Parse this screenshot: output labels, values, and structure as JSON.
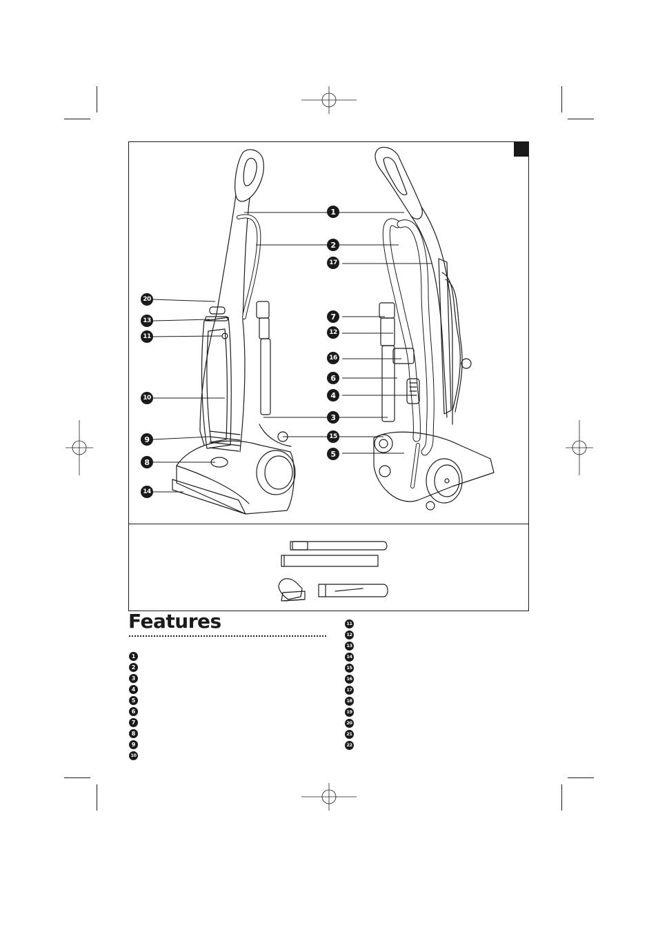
{
  "page": {
    "section_title": "Features",
    "colors": {
      "ink": "#1a1a1a",
      "paper": "#ffffff"
    }
  },
  "callouts": {
    "left_view": [
      "20",
      "13",
      "11",
      "10",
      "9",
      "8",
      "14"
    ],
    "right_view": [
      "1",
      "2",
      "17",
      "7",
      "12",
      "16",
      "6",
      "4",
      "3",
      "15",
      "5"
    ]
  },
  "features": {
    "left_column": [
      {
        "number": "1",
        "label": ""
      },
      {
        "number": "2",
        "label": ""
      },
      {
        "number": "3",
        "label": ""
      },
      {
        "number": "4",
        "label": ""
      },
      {
        "number": "5",
        "label": ""
      },
      {
        "number": "6",
        "label": ""
      },
      {
        "number": "7",
        "label": ""
      },
      {
        "number": "8",
        "label": ""
      },
      {
        "number": "9",
        "label": ""
      },
      {
        "number": "10",
        "label": ""
      }
    ],
    "right_column": [
      {
        "number": "11",
        "label": ""
      },
      {
        "number": "12",
        "label": ""
      },
      {
        "number": "13",
        "label": ""
      },
      {
        "number": "14",
        "label": ""
      },
      {
        "number": "15",
        "label": ""
      },
      {
        "number": "16",
        "label": ""
      },
      {
        "number": "17",
        "label": ""
      },
      {
        "number": "18",
        "label": ""
      },
      {
        "number": "19",
        "label": ""
      },
      {
        "number": "20",
        "label": ""
      },
      {
        "number": "21",
        "label": ""
      },
      {
        "number": "22",
        "label": ""
      }
    ]
  }
}
